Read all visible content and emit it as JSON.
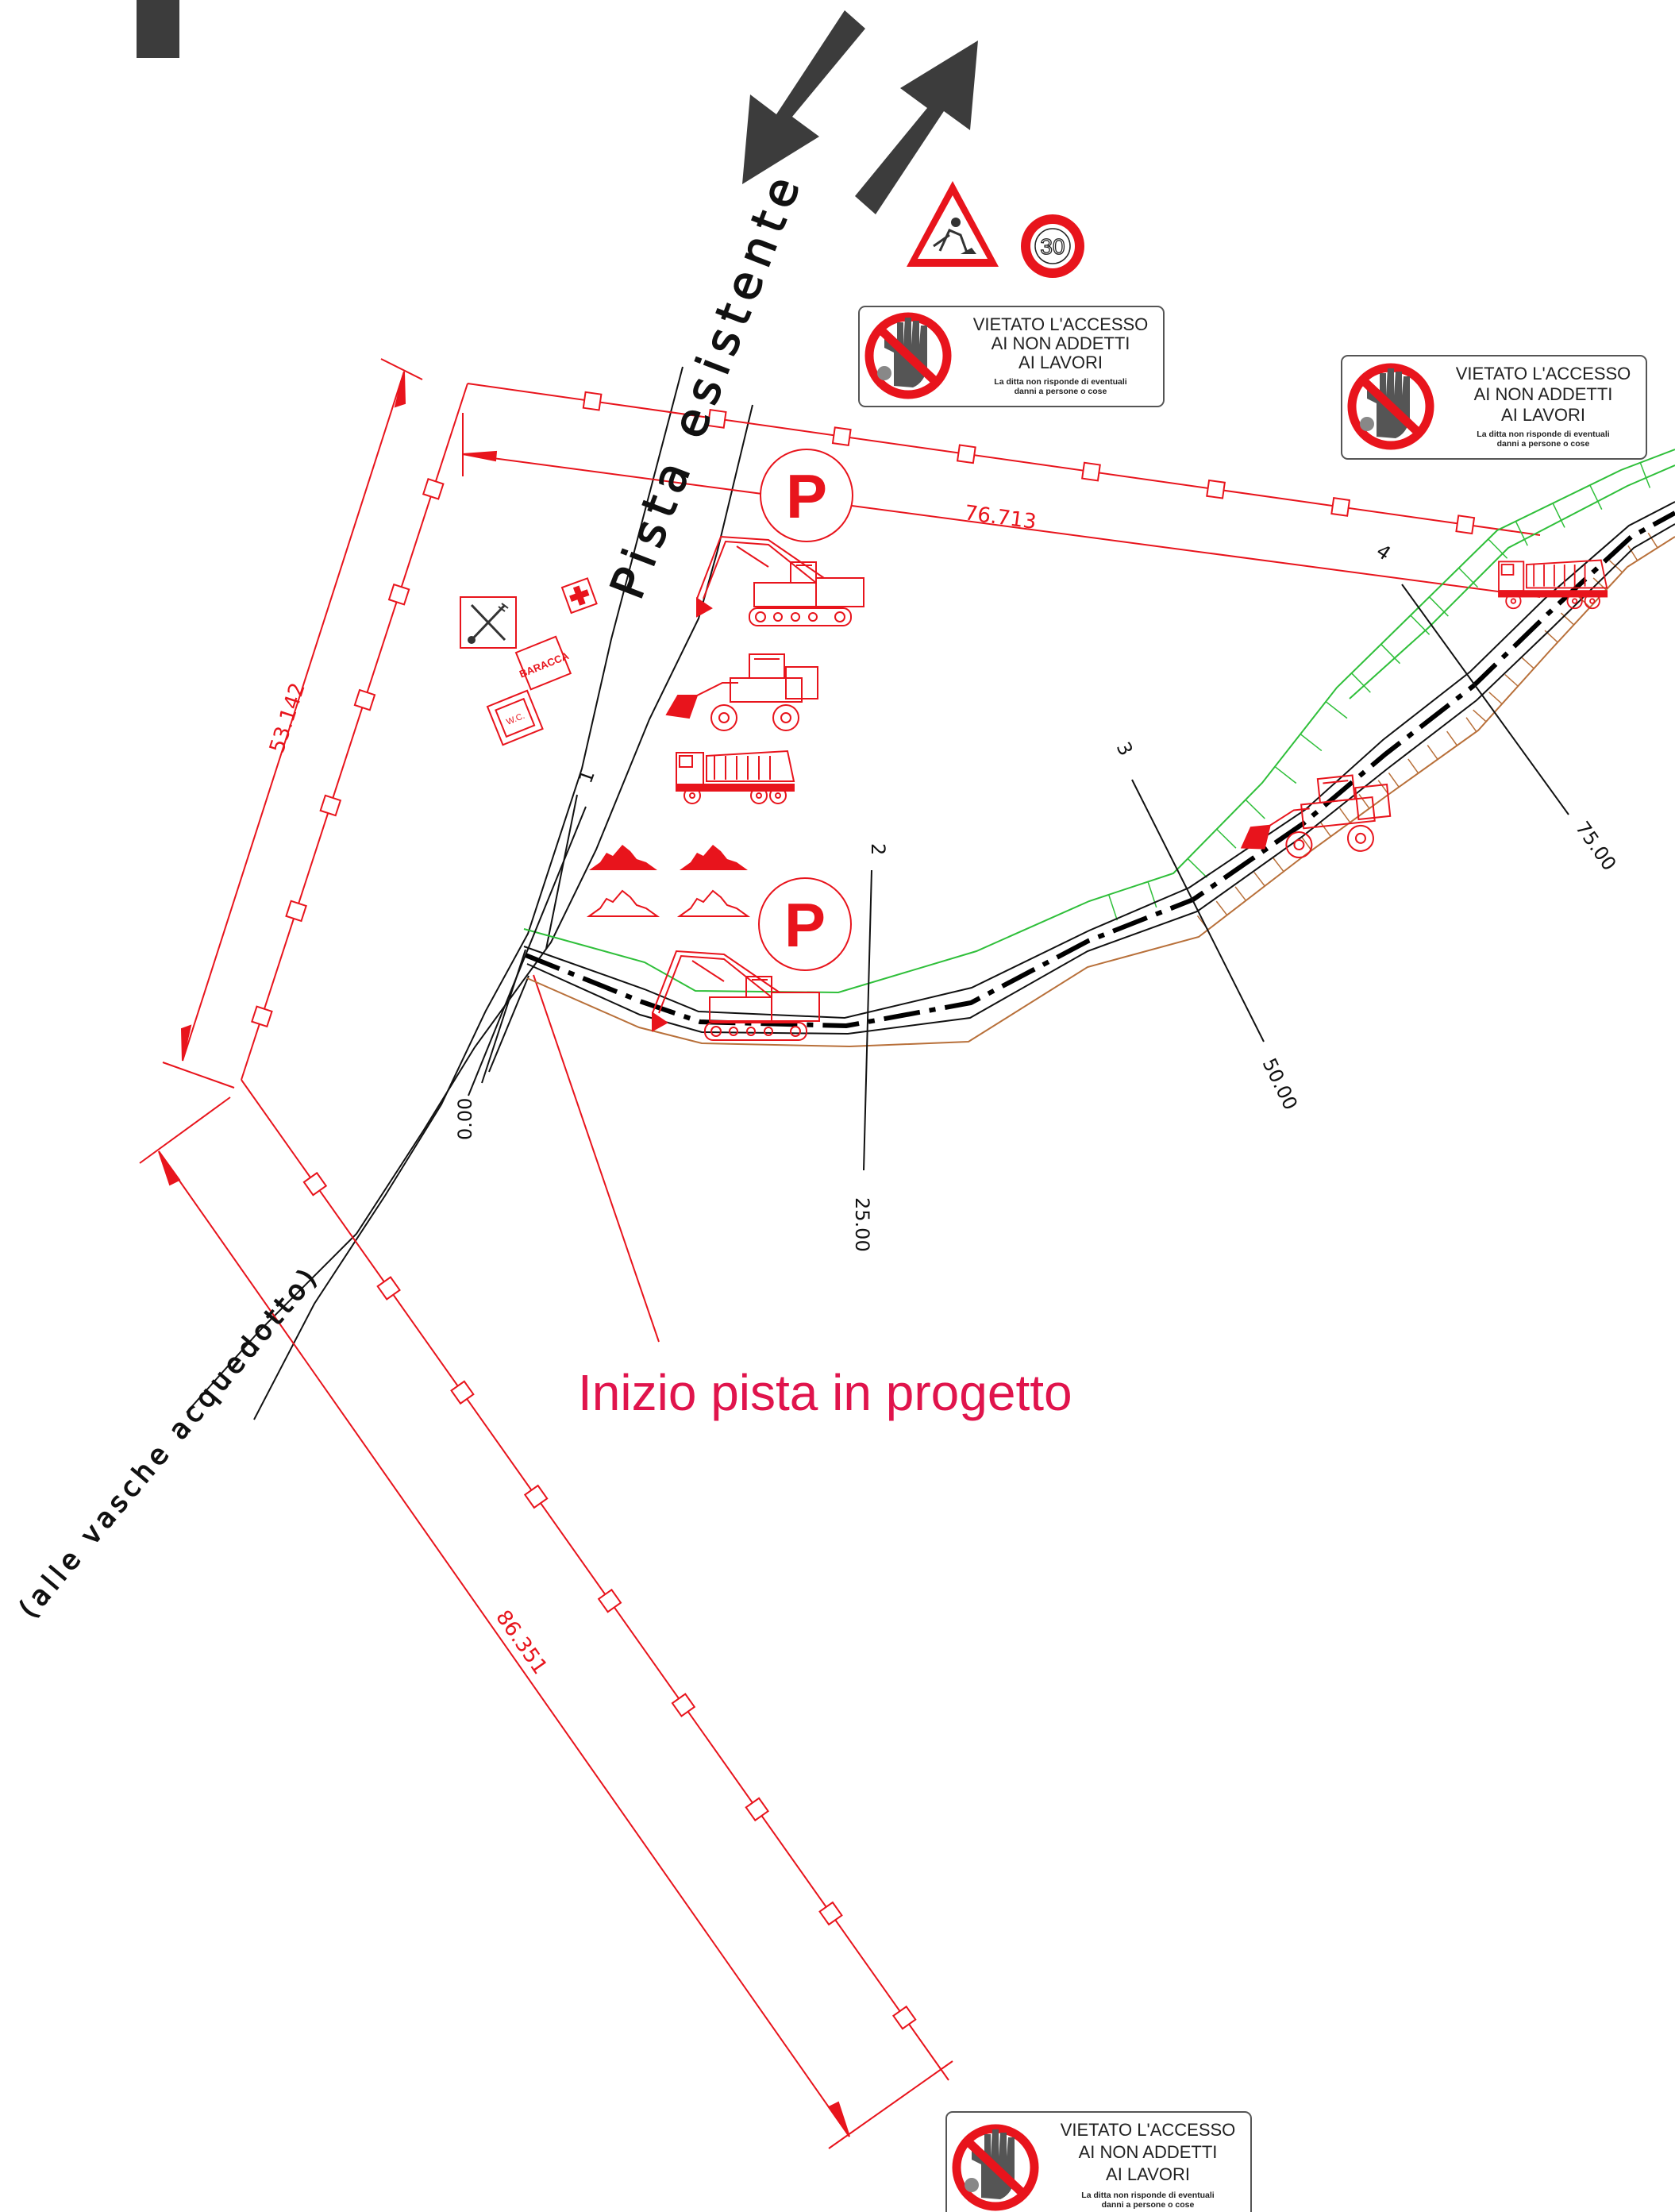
{
  "road_name": "Pista esistente",
  "aqueduct_note": "(alle vasche acquedotto)",
  "callout": "Inizio pista in progetto",
  "parking_symbol": "P",
  "speed_limit": "30",
  "barrack_label": "BARACCA",
  "wc_label": "W.C.",
  "signs": {
    "no_access_lines": [
      "VIETATO L'ACCESSO",
      "AI NON ADDETTI",
      "AI LAVORI"
    ],
    "disclaimer_lines": [
      "La ditta non risponde di eventuali",
      "danni a persone o cose"
    ]
  },
  "dimensions": {
    "top_length": "76.713",
    "left_length": "53.142",
    "bottom_length": "86.351"
  },
  "sections": {
    "numbers": [
      "1",
      "2",
      "3",
      "4"
    ],
    "chainages": [
      "0.00",
      "25.00",
      "50.00",
      "75.00"
    ]
  },
  "icons": [
    "work-zone-triangle-icon",
    "no-entry-icon",
    "excavator-icon",
    "wheel-loader-icon",
    "dump-truck-icon",
    "material-pile-icon",
    "first-aid-cross-icon",
    "canteen-icon"
  ],
  "colors": {
    "fence": "#e8141c",
    "arrows": "#3c3c3c",
    "road_axis": "#000000",
    "embankment_top": "#2fbf3a",
    "embankment_bottom": "#b8703a",
    "callout_text": "#e0144c"
  }
}
